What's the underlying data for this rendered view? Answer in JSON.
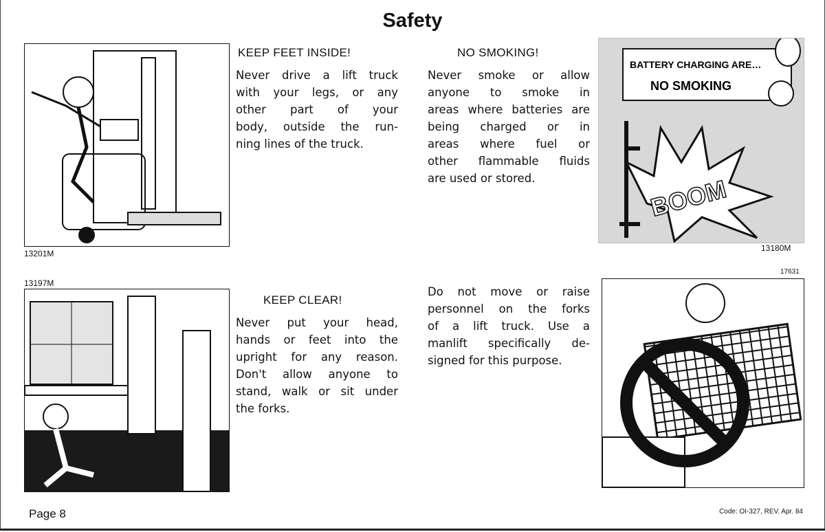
{
  "page_title": "Safety",
  "sections": [
    {
      "heading": "KEEP FEET INSIDE!",
      "lines": [
        "Never drive a lift truck",
        "with your legs, or any",
        "other part of your",
        "body, outside the run-",
        "ning lines of the truck."
      ]
    },
    {
      "heading": "NO SMOKING!",
      "lines": [
        "Never smoke or allow",
        "anyone to smoke in",
        "areas where batteries are",
        "being charged or in",
        "areas where fuel or",
        "other flammable fluids",
        "are used or stored."
      ]
    },
    {
      "heading": "KEEP CLEAR!",
      "lines": [
        "Never put your head,",
        "hands or feet into the",
        "upright for any reason.",
        "Don't allow anyone to",
        "stand, walk or sit under",
        "the forks."
      ]
    },
    {
      "heading": "",
      "lines": [
        "Do not move or raise",
        "personnel on the forks",
        "of a lift truck. Use a",
        "manlift specifically de-",
        "signed for this purpose."
      ]
    }
  ],
  "figures": {
    "feet": {
      "code": "13201M"
    },
    "smoking": {
      "code": "13180M",
      "sign_line1": "BATTERY CHARGING ARE…",
      "sign_line2": "NO SMOKING",
      "boom": "BOOM"
    },
    "clear": {
      "code": "13197M"
    },
    "personnel": {
      "code": "17631"
    }
  },
  "footer": {
    "page": "Page 8",
    "code": "Code: OI-327, REV. Apr. 84"
  }
}
